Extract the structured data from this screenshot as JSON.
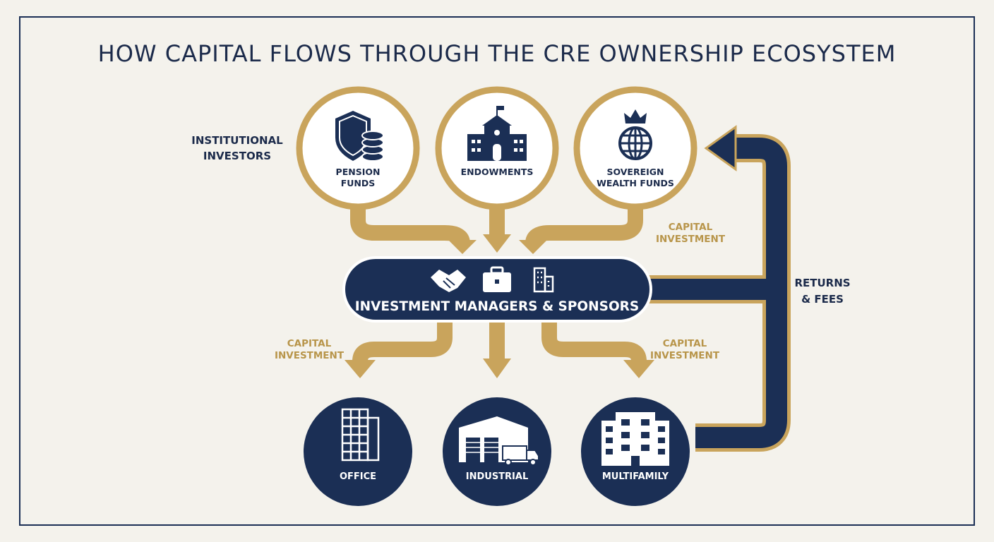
{
  "title": "HOW CAPITAL FLOWS THROUGH THE CRE OWNERSHIP ECOSYSTEM",
  "institutional_label": [
    "INSTITUTIONAL",
    "INVESTORS"
  ],
  "investors": [
    {
      "lines": [
        "PENSION",
        "FUNDS"
      ],
      "icon": "shield-coins-icon"
    },
    {
      "lines": [
        "ENDOWMENTS"
      ],
      "icon": "university-building-icon"
    },
    {
      "lines": [
        "SOVEREIGN",
        "WEALTH FUNDS"
      ],
      "icon": "crown-globe-icon"
    }
  ],
  "manager": {
    "label": "INVESTMENT MANAGERS & SPONSORS",
    "icons": [
      "handshake-icon",
      "briefcase-icon",
      "office-building-icon"
    ]
  },
  "assets": [
    {
      "label": "OFFICE",
      "icon": "office-tower-icon"
    },
    {
      "label": "INDUSTRIAL",
      "icon": "warehouse-truck-icon"
    },
    {
      "label": "MULTIFAMILY",
      "icon": "apartment-icon"
    }
  ],
  "capital_labels": [
    [
      "CAPITAL",
      "INVESTMENT"
    ],
    [
      "CAPITAL",
      "INVESTMENT"
    ],
    [
      "CAPITAL",
      "INVESTMENT"
    ]
  ],
  "returns_label": [
    "RETURNS",
    "& FEES"
  ],
  "colors": {
    "navy": "#1b2f55",
    "gold": "#c9a45c",
    "background": "#f4f2ec"
  }
}
